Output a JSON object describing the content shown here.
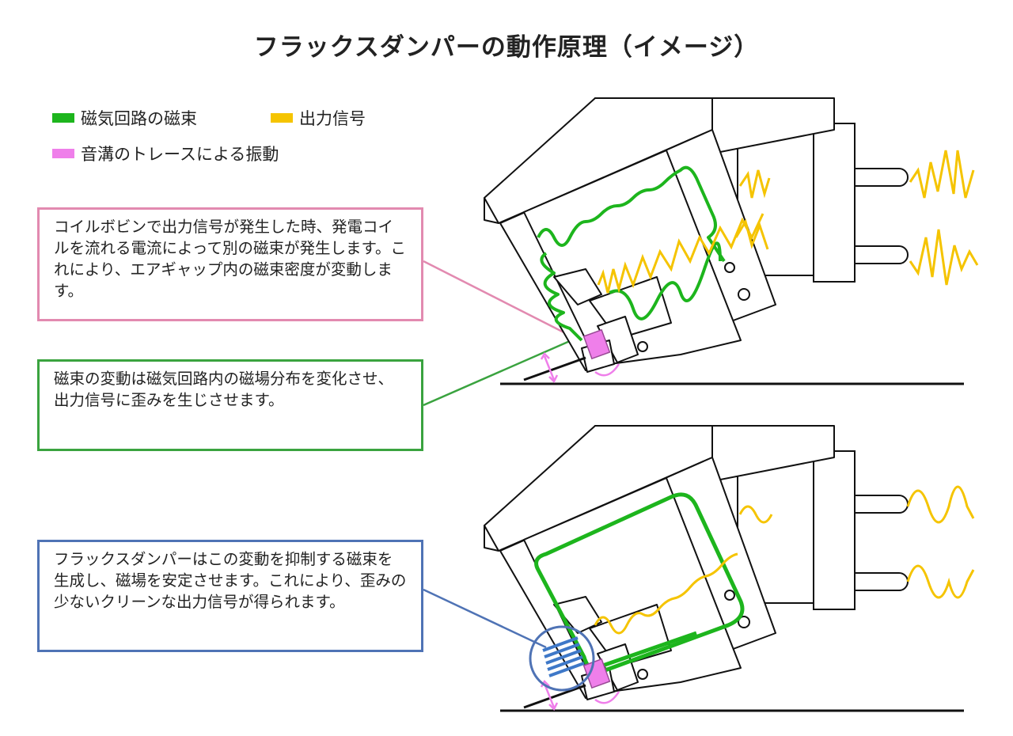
{
  "title": "フラックスダンパーの動作原理（イメージ）",
  "legend": [
    {
      "label": "磁気回路の磁束",
      "color": "#1db51d"
    },
    {
      "label": "出力信号",
      "color": "#f5c400"
    },
    {
      "label": "音溝のトレースによる振動",
      "color": "#ef7fea"
    }
  ],
  "callouts": {
    "pink": "コイルボビンで出力信号が発生した時、発電コイルを流れる電流によって別の磁束が発生します。これにより、エアギャップ内の磁束密度が変動します。",
    "green": "磁束の変動は磁気回路内の磁場分布を変化させ、出力信号に歪みを生じさせます。",
    "blue": "フラックスダンパーはこの変動を抑制する磁束を生成し、磁場を安定させます。これにより、歪みの少ないクリーンな出力信号が得られます。"
  },
  "colors": {
    "flux": "#1db51d",
    "signal": "#f5c400",
    "vibration": "#ef7fea",
    "pink_border": "#e28ab0",
    "green_border": "#3aa33f",
    "blue_border": "#4f73b5",
    "coil": "#3e78c8"
  }
}
